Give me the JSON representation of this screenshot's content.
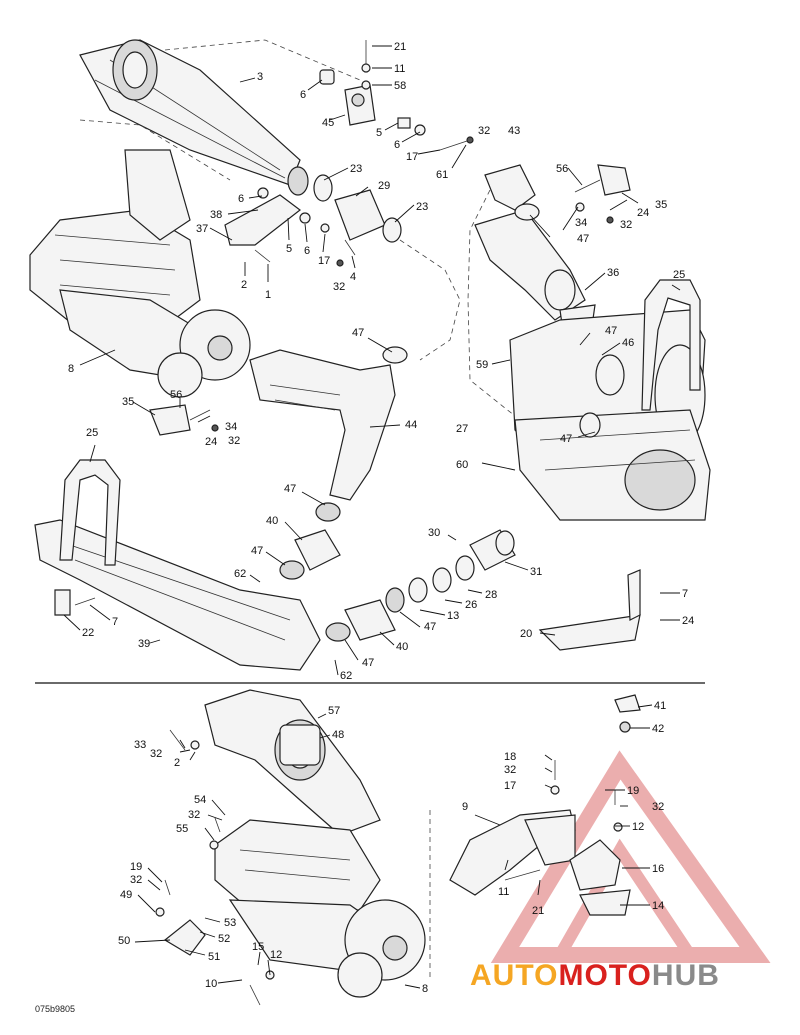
{
  "diagram": {
    "callouts": [
      "21",
      "11",
      "58",
      "3",
      "6",
      "45",
      "5",
      "6",
      "17",
      "32",
      "43",
      "61",
      "23",
      "29",
      "6",
      "38",
      "37",
      "5",
      "6",
      "17",
      "23",
      "2",
      "1",
      "4",
      "32",
      "8",
      "56",
      "24",
      "35",
      "34",
      "32",
      "47",
      "36",
      "25",
      "47",
      "46",
      "59",
      "47",
      "35",
      "56",
      "34",
      "24",
      "32",
      "44",
      "27",
      "47",
      "60",
      "25",
      "47",
      "40",
      "30",
      "47",
      "31",
      "62",
      "28",
      "26",
      "13",
      "47",
      "40",
      "47",
      "22",
      "7",
      "39",
      "62",
      "20",
      "7",
      "24",
      "41",
      "42",
      "57",
      "48",
      "33",
      "32",
      "2",
      "18",
      "32",
      "17",
      "19",
      "32",
      "54",
      "32",
      "55",
      "9",
      "12",
      "19",
      "32",
      "49",
      "11",
      "16",
      "21",
      "14",
      "53",
      "52",
      "50",
      "51",
      "15",
      "12",
      "10",
      "8"
    ],
    "figure_code": "075b9805"
  },
  "watermark": {
    "part1": "AUTO",
    "part2": "MOTO",
    "part3": "HUB",
    "color_orange": "#f5a623",
    "color_red": "#d9211e",
    "color_gray": "#8a8a8a"
  }
}
